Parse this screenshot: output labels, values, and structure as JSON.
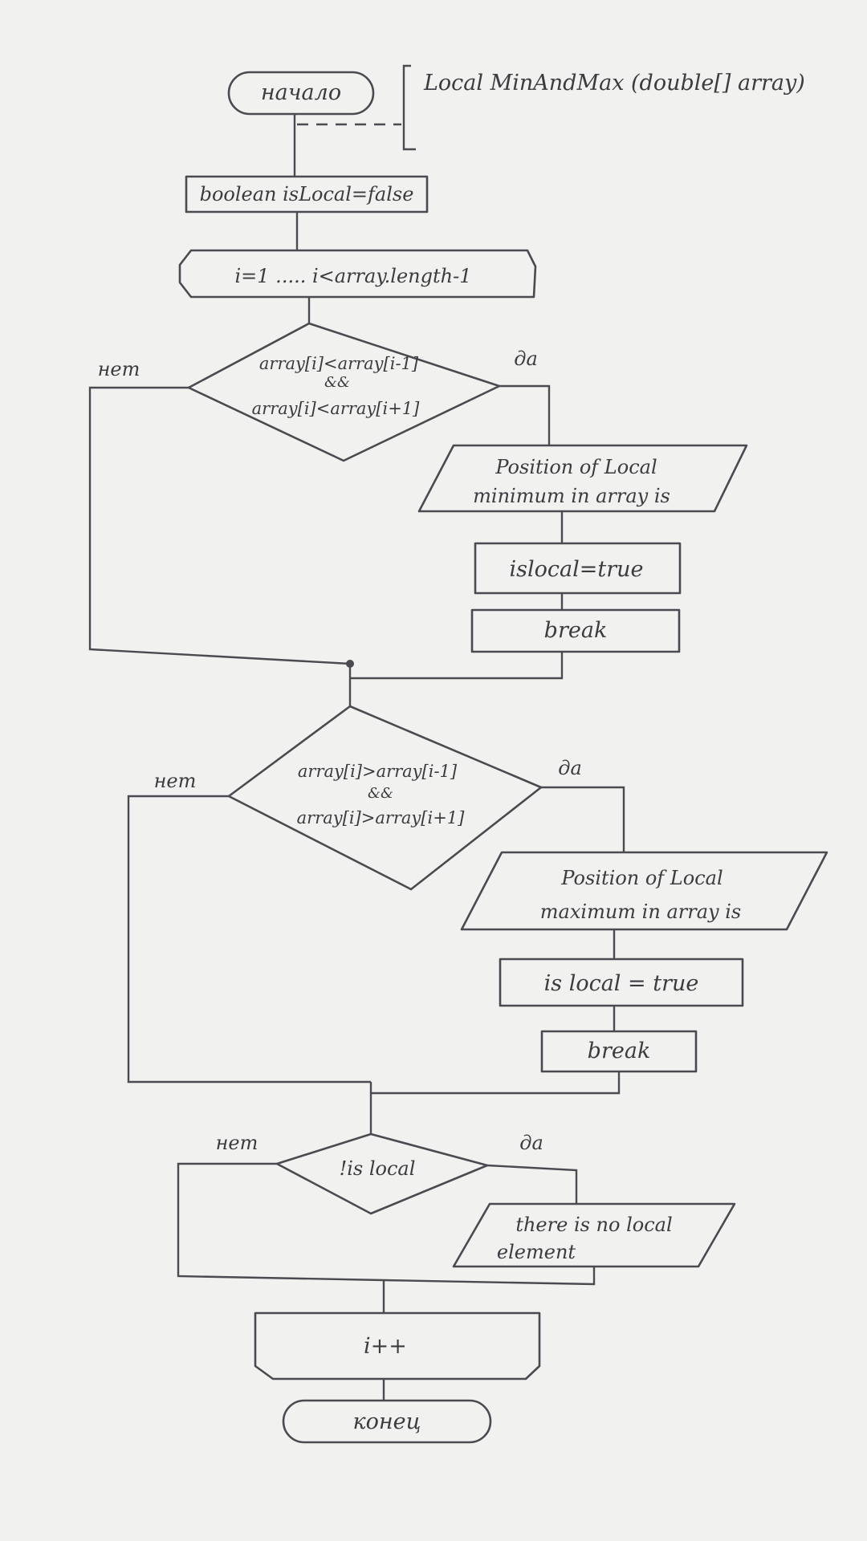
{
  "diagram": {
    "annotation": "Local MinAndMax (double[] array)",
    "start": "начало",
    "init": "boolean isLocal=false",
    "loop": "i=1 ..... i<array.length-1",
    "cond_min": {
      "line1": "array[i]<array[i-1]",
      "op": "&&",
      "line2": "array[i]<array[i+1]"
    },
    "out_min": {
      "line1": "Position of Local",
      "line2": "minimum in array is"
    },
    "set_min": "islocal=true",
    "break_min": "break",
    "cond_max": {
      "line1": "array[i]>array[i-1]",
      "op": "&&",
      "line2": "array[i]>array[i+1]"
    },
    "out_max": {
      "line1": "Position of Local",
      "line2": "maximum in array is"
    },
    "set_max": "is local = true",
    "break_max": "break",
    "cond_none": "!is local",
    "out_none": {
      "line1": "there is no local",
      "line2": "element"
    },
    "increment": "i++",
    "end": "конец",
    "no_label": "нет",
    "yes_label": "да"
  },
  "colors": {
    "paper": "#f1f1ef",
    "ink": "#4a4a50",
    "background": "#3a3d3e"
  }
}
